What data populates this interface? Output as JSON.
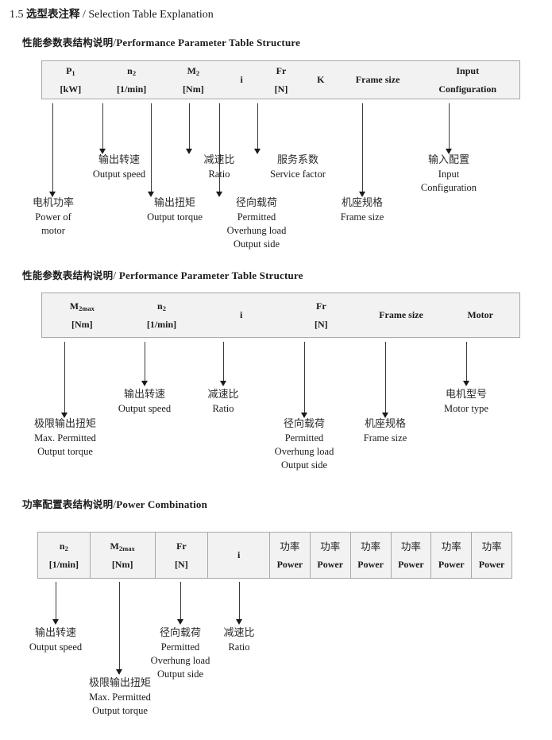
{
  "document": {
    "number": "1.5",
    "title_cn": "选型表注释",
    "separator": "/",
    "title_en": "Selection Table Explanation"
  },
  "sections": [
    {
      "heading": {
        "cn": "性能参数表结构说明",
        "sep": "/",
        "en": "Performance Parameter Table Structure"
      },
      "table": {
        "columns": [
          {
            "top": "P",
            "top_sub": "1",
            "bottom": "[kW]"
          },
          {
            "top": "n",
            "top_sub": "2",
            "bottom": "[1/min]"
          },
          {
            "top": "M",
            "top_sub": "2",
            "bottom": "[Nm]"
          },
          {
            "mid": "i"
          },
          {
            "top": "Fr",
            "bottom": "[N]"
          },
          {
            "mid": "K"
          },
          {
            "mid": "Frame size"
          },
          {
            "top": "Input",
            "bottom": "Configuration"
          }
        ]
      },
      "callouts": [
        {
          "cn": "电机功率",
          "en": [
            "Power of",
            "motor"
          ]
        },
        {
          "cn": "输出转速",
          "en": [
            "Output speed"
          ]
        },
        {
          "cn": "输出扭矩",
          "en": [
            "Output torque"
          ]
        },
        {
          "cn": "减速比",
          "en": [
            "Ratio"
          ]
        },
        {
          "cn": "径向载荷",
          "en": [
            "Permitted",
            "Overhung load",
            "Output side"
          ]
        },
        {
          "cn": "服务系数",
          "en": [
            "Service factor"
          ]
        },
        {
          "cn": "机座规格",
          "en": [
            "Frame size"
          ]
        },
        {
          "cn": "输入配置",
          "en": [
            "Input",
            "Configuration"
          ]
        }
      ]
    },
    {
      "heading": {
        "cn": "性能参数表结构说明",
        "sep": "/",
        "en": "Performance Parameter Table Structure"
      },
      "table": {
        "columns": [
          {
            "top": "M",
            "top_sub": "2max",
            "bottom": "[Nm]"
          },
          {
            "top": "n",
            "top_sub": "2",
            "bottom": "[1/min]"
          },
          {
            "mid": "i"
          },
          {
            "top": "Fr",
            "bottom": "[N]"
          },
          {
            "mid": "Frame size"
          },
          {
            "mid": "Motor"
          }
        ]
      },
      "callouts": [
        {
          "cn": "极限输出扭矩",
          "en": [
            "Max. Permitted",
            "Output  torque"
          ]
        },
        {
          "cn": "输出转速",
          "en": [
            "Output speed"
          ]
        },
        {
          "cn": "减速比",
          "en": [
            "Ratio"
          ]
        },
        {
          "cn": "径向载荷",
          "en": [
            "Permitted",
            "Overhung load",
            "Output side"
          ]
        },
        {
          "cn": "机座规格",
          "en": [
            "Frame size"
          ]
        },
        {
          "cn": "电机型号",
          "en": [
            "Motor type"
          ]
        }
      ]
    },
    {
      "heading": {
        "cn": "功率配置表结构说明",
        "sep": "/",
        "en": "Power Combination"
      },
      "table": {
        "columns": [
          {
            "top": "n",
            "top_sub": "2",
            "bottom": "[1/min]"
          },
          {
            "top": "M",
            "top_sub": "2max",
            "bottom": "[Nm]"
          },
          {
            "top": "Fr",
            "bottom": "[N]"
          },
          {
            "mid": "i"
          },
          {
            "top_cjk": "功率",
            "bottom": "Power"
          },
          {
            "top_cjk": "功率",
            "bottom": "Power"
          },
          {
            "top_cjk": "功率",
            "bottom": "Power"
          },
          {
            "top_cjk": "功率",
            "bottom": "Power"
          },
          {
            "top_cjk": "功率",
            "bottom": "Power"
          },
          {
            "top_cjk": "功率",
            "bottom": "Power"
          }
        ]
      },
      "callouts": [
        {
          "cn": "输出转速",
          "en": [
            "Output speed"
          ]
        },
        {
          "cn": "极限输出扭矩",
          "en": [
            "Max. Permitted",
            "Output  torque"
          ]
        },
        {
          "cn": "径向载荷",
          "en": [
            "Permitted",
            "Overhung load",
            "Output side"
          ]
        },
        {
          "cn": "减速比",
          "en": [
            "Ratio"
          ]
        }
      ]
    }
  ],
  "colors": {
    "table_fill": "#f2f2f2",
    "table_border": "#a8a8a8",
    "text": "#1a1a1a",
    "arrow": "#1a1a1a"
  }
}
